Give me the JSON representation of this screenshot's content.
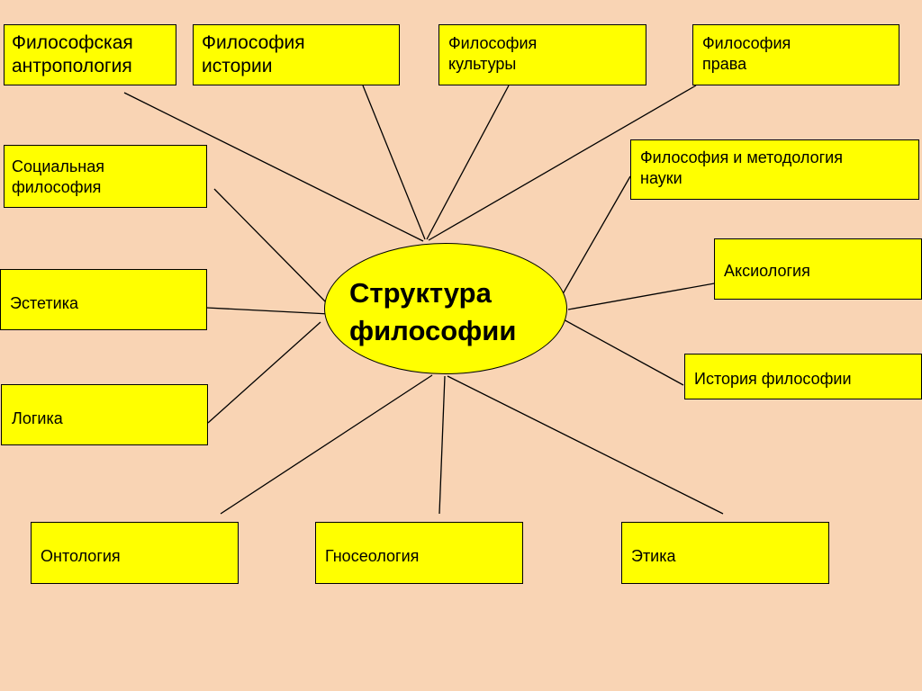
{
  "center": {
    "title": "Структура\nфилософии"
  },
  "nodes": {
    "phil_anthropology": "Философская\nантропология",
    "phil_history": "Философия\nистории",
    "phil_culture": "Философия\nкультуры",
    "phil_law": "Философия\nправа",
    "social_phil": "Социальная\n философия",
    "phil_method_science": "Философия и методология\nнауки",
    "aesthetics": "Эстетика",
    "axiology": "Аксиология",
    "logic": "Логика",
    "history_of_phil": "История философии",
    "ontology": "Онтология",
    "gnoseology": "Гносеология",
    "ethics": "Этика"
  },
  "colors": {
    "background": "#f9d4b4",
    "box_fill": "#ffff00",
    "line": "#000000"
  }
}
